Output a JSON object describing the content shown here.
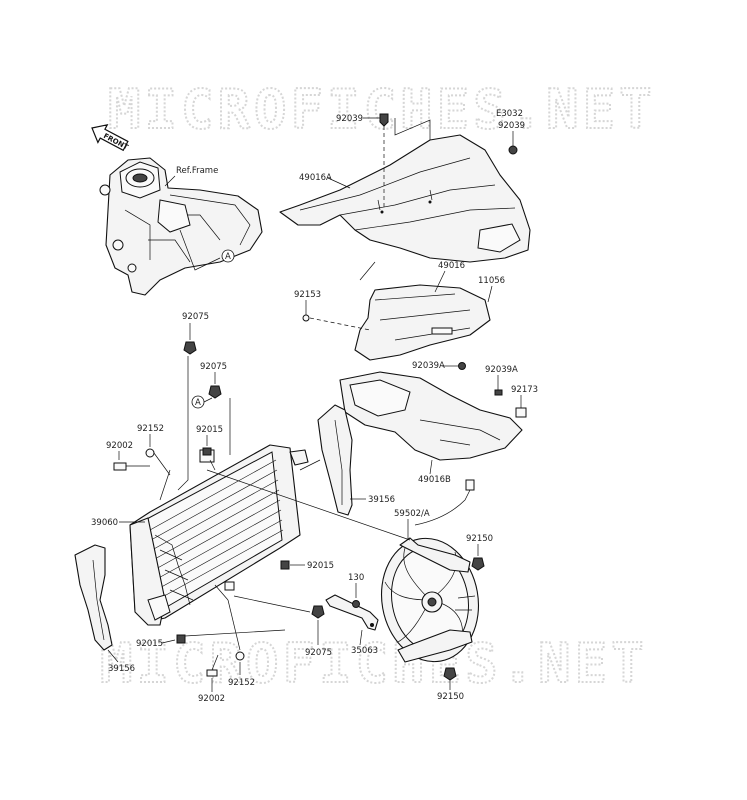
{
  "watermark": "MICROFICHES.NET",
  "front_arrow": "FRONT",
  "ref_frame": "Ref.Frame",
  "callout_a": "A",
  "labels": {
    "p92039_top": "92039",
    "e3032": "E3032",
    "p92039_right": "92039",
    "p49016a": "49016A",
    "p49016": "49016",
    "p11056": "11056",
    "p92153": "92153",
    "p92075_top": "92075",
    "p92075_mid": "92075",
    "p92039a_left": "92039A",
    "p92039a_right": "92039A",
    "p92173": "92173",
    "p92152_top": "92152",
    "p92015_top": "92015",
    "p92002_top": "92002",
    "p49016b": "49016B",
    "p39156_right": "39156",
    "p39060": "39060",
    "p59502a": "59502/A",
    "p92150_top": "92150",
    "p92015_mid": "92015",
    "p130": "130",
    "p92015_bot": "92015",
    "p92075_bot": "92075",
    "p35063": "35063",
    "p39156_left": "39156",
    "p92152_bot": "92152",
    "p92002_bot": "92002",
    "p92150_bot": "92150"
  }
}
